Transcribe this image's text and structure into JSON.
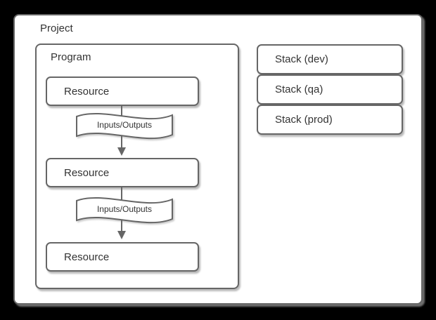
{
  "diagram": {
    "project": {
      "label": "Project"
    },
    "program": {
      "label": "Program"
    },
    "resources": [
      {
        "label": "Resource"
      },
      {
        "label": "Resource"
      },
      {
        "label": "Resource"
      }
    ],
    "connectors": [
      {
        "label": "Inputs/Outputs"
      },
      {
        "label": "Inputs/Outputs"
      }
    ],
    "stacks": [
      {
        "label": "Stack (dev)"
      },
      {
        "label": "Stack (qa)"
      },
      {
        "label": "Stack (prod)"
      }
    ],
    "colors": {
      "background": "#000000",
      "shape_fill": "#ffffff",
      "stroke": "#666666",
      "text": "#333333"
    }
  }
}
